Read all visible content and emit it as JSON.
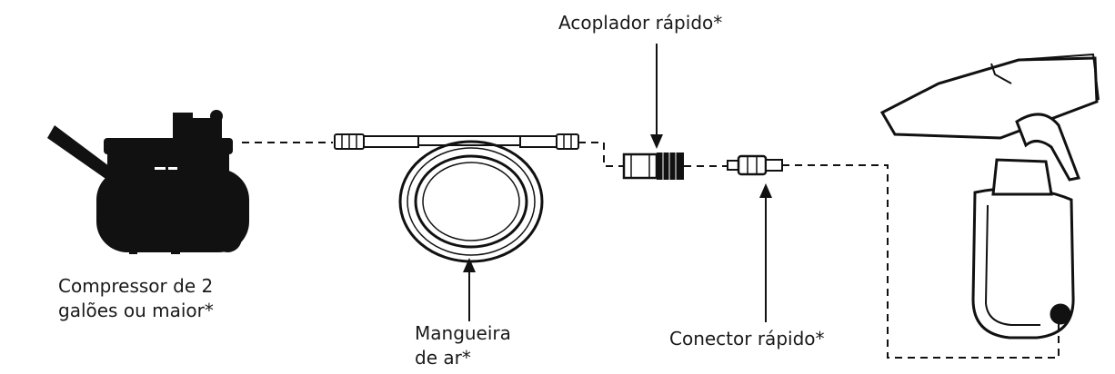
{
  "labels": {
    "acoplador": "Acoplador rápido*",
    "compressor_line1": "Compressor de 2",
    "compressor_line2": "galões ou maior*",
    "mangueira_line1": "Mangueira",
    "mangueira_line2": "de ar*",
    "conector": "Conector rápido*"
  },
  "colors": {
    "ink": "#111111",
    "background": "#ffffff"
  },
  "icons": [
    "air-compressor-icon",
    "air-hose-coil-icon",
    "quick-coupler-icon",
    "quick-connector-icon",
    "rivet-tool-icon"
  ]
}
